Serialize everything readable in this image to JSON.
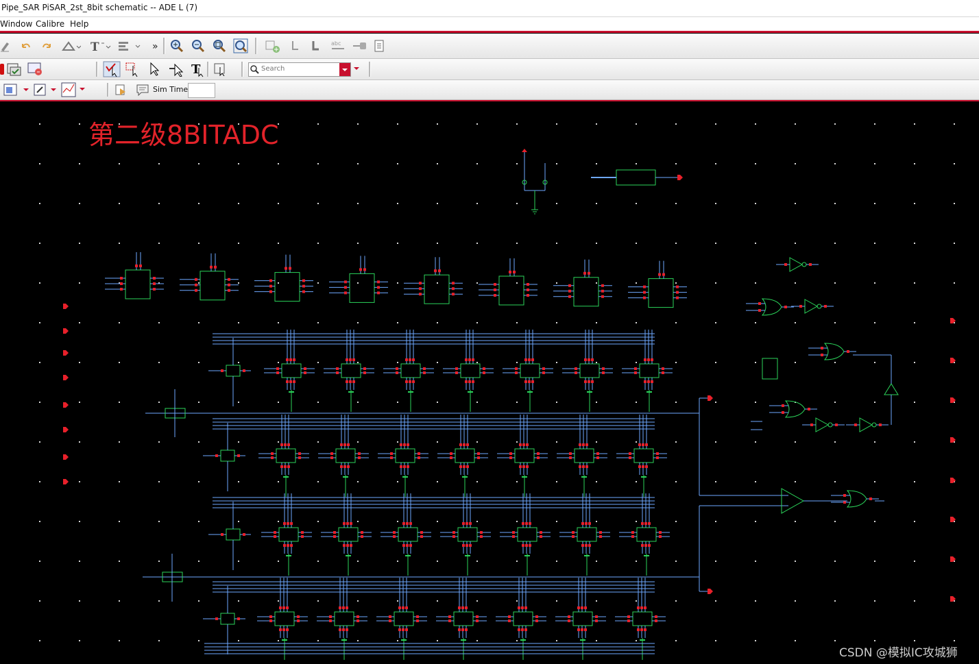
{
  "window": {
    "title": "Pipe_SAR PiSAR_2st_8bit schematic -- ADE L (7)"
  },
  "menu": [
    {
      "label": "Window"
    },
    {
      "label": "Calibre"
    },
    {
      "label": "Help"
    }
  ],
  "toolbar": {
    "overflow": "»",
    "search_placeholder": "Search",
    "sim_time_label": "Sim Time",
    "sim_time_value": ""
  },
  "canvas": {
    "title": "第二级8BITADC",
    "watermark": "CSDN @模拟IC攻城狮"
  },
  "colors": {
    "background": "#000000",
    "grid_dot": "#d8d8d8",
    "wire": "#6ea8ff",
    "instance": "#2bd45a",
    "pin": "#e8202a",
    "label": "#e2232a",
    "accent": "#c8102e"
  },
  "icons": [
    "undo-icon",
    "redo-icon",
    "zoom-in-icon",
    "zoom-out-icon",
    "zoom-fit-icon",
    "select-icon",
    "search-icon",
    "stop-icon",
    "netlist-icon",
    "sim-time-icon"
  ]
}
